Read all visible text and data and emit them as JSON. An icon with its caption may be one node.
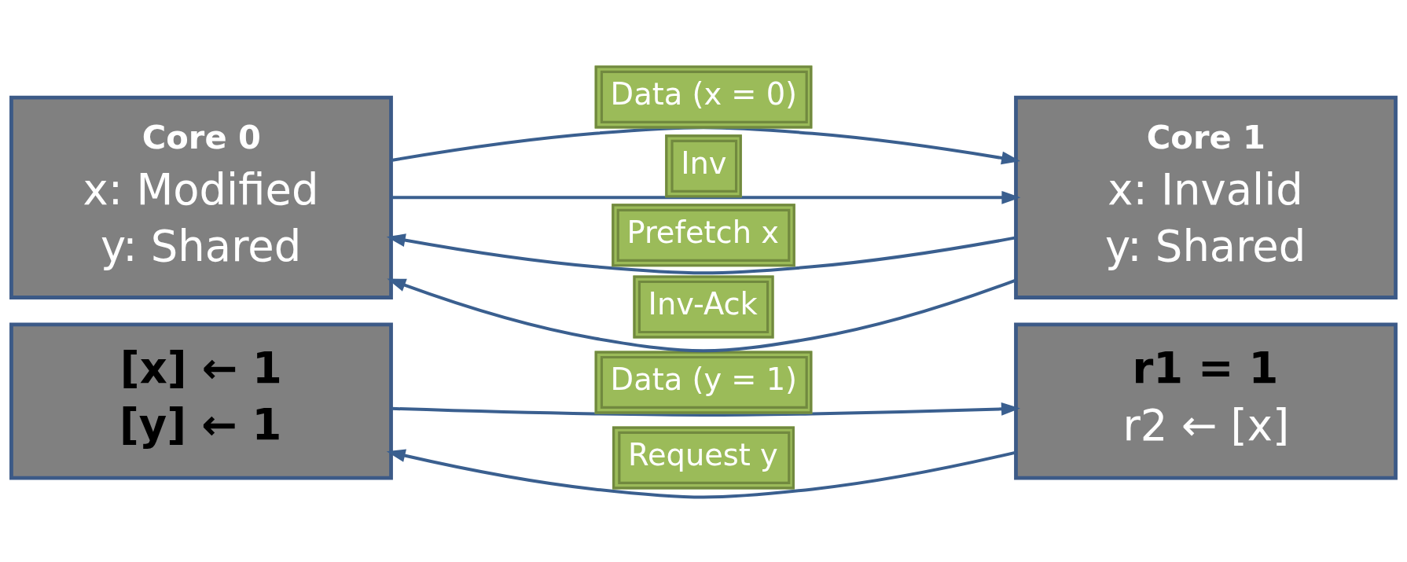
{
  "diagram": {
    "nodes": [
      {
        "text": [
          "Core 0",
          "x: Modified",
          "y: Shared"
        ]
      },
      {
        "text": [
          "[x] ← 1",
          "[y] ← 1"
        ]
      },
      {
        "text": [
          "Core 1",
          "x: Invalid",
          "y: Shared"
        ]
      },
      {
        "text": [
          "r1 = 1",
          "r2 ← [x]"
        ]
      }
    ],
    "edges": [
      {
        "from": 2,
        "to": 0,
        "arrow": "to",
        "label": "Prefetch x"
      },
      {
        "from": 0,
        "to": 2,
        "arrow": "to",
        "label": "Data (x = 0)"
      },
      {
        "from": 0,
        "to": 2,
        "arrow": "to",
        "label": "Inv"
      },
      {
        "from": 2,
        "to": 0,
        "arrow": "to",
        "label": "Inv-Ack"
      },
      {
        "from": 3,
        "to": 1,
        "arrow": "to",
        "label": "Request y"
      },
      {
        "from": 1,
        "to": 3,
        "arrow": "to",
        "label": "Data (y = 1)"
      }
    ]
  }
}
